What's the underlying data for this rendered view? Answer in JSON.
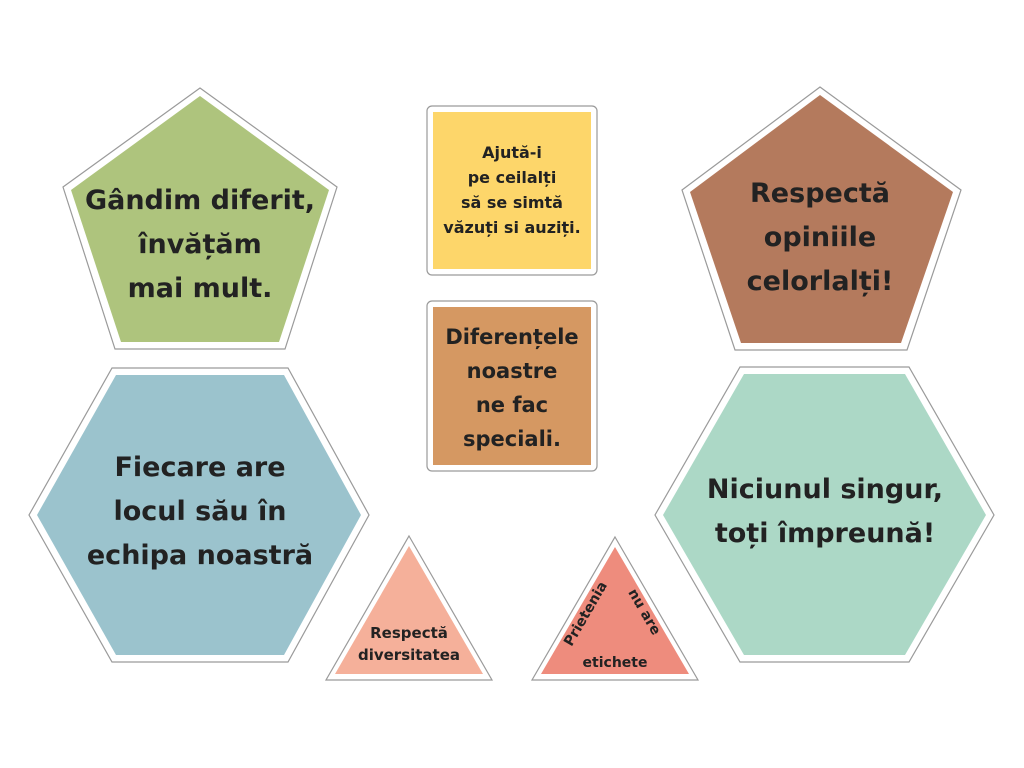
{
  "colors": {
    "green": "#aec47d",
    "yellow": "#fdd66a",
    "brown": "#b47a5d",
    "blue": "#9bc3cd",
    "orange": "#d59862",
    "mint": "#acd8c6",
    "peach": "#f5b09a",
    "coral": "#ee8c7d",
    "text": "#222222",
    "border": "#9a9a9a"
  },
  "cards": {
    "green_pentagon": [
      "Gândim diferit,",
      "învățăm",
      "mai mult."
    ],
    "yellow_square": [
      "Ajută-i",
      "pe ceilalți",
      "să se simtă",
      "văzuți si auziți."
    ],
    "brown_pentagon": [
      "Respectă",
      "opiniile",
      "celorlalți!"
    ],
    "orange_square": [
      "Diferențele",
      "noastre",
      "ne fac",
      "speciali."
    ],
    "blue_hexagon": [
      "Fiecare are",
      "locul său în",
      "echipa noastră"
    ],
    "mint_hexagon": [
      "Niciunul singur,",
      "toți împreună!"
    ],
    "peach_triangle": [
      "Respectă",
      "diversitatea"
    ],
    "coral_triangle": {
      "left": "Prietenia",
      "right": "nu are",
      "bottom": "etichete"
    }
  }
}
